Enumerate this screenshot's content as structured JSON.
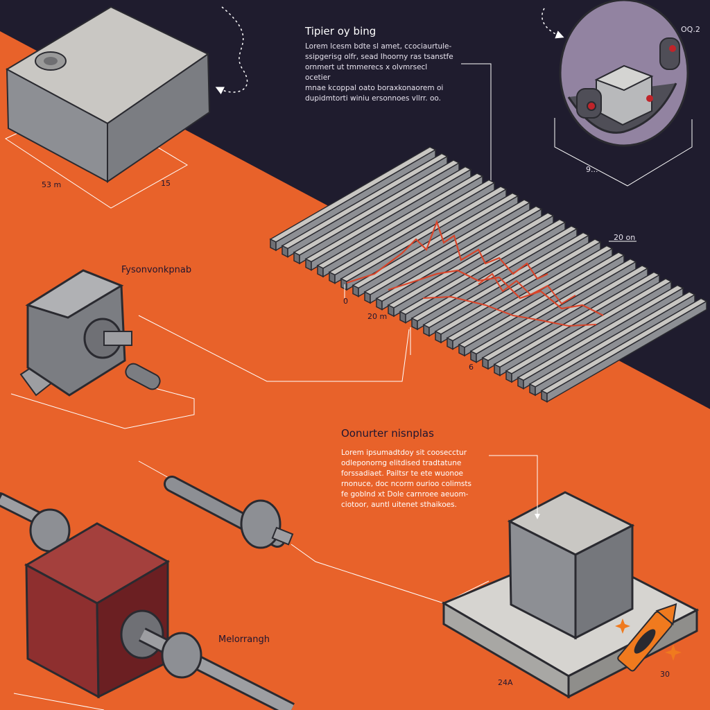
{
  "colors": {
    "background_dark": "#1f1c2e",
    "background_orange": "#e8622a",
    "box_grey": "#8d8f94",
    "box_red": "#8e2f2f",
    "signal_red": "#d9452a",
    "outline": "#ffffff"
  },
  "annotations": {
    "top_panel": {
      "title": "Tipier oy bing",
      "lines": [
        "Lorem lcesm bdte sl amet, ccociaurtule-",
        "ssipgerisg olfr, sead Ihoorny ras tsanstfe",
        "ornmert ut tmmerecs x olvmrsecl ocetier",
        "mnae kcoppal oato boraxkonaorem oi",
        "dupidmtorti winiu ersonnoes vllrr. oo."
      ]
    },
    "middle_panel": {
      "title": "Oonurter nisnplas",
      "lines": [
        "Lorem ipsumadtdoy sit coosecctur",
        "odleponorng elitdised tradtatune",
        "forssadiaet. Pailtsr te ete wuonoe",
        "rnonuce, doc ncorm ourioo colimsts",
        "fe goblnd xt Dole carnroee aeuom-",
        "ciotoor, auntl uitenet sthaikoes."
      ]
    },
    "left_label": "Fysonvonkpnab",
    "bottom_label": "Melorrangh"
  },
  "dimensions": {
    "box_width": "53 m",
    "box_depth": "15",
    "dome_code": "OQ.2",
    "dome_dim": "9...",
    "grid_top": "20 on",
    "grid_bottom": "20 m",
    "grid_zero": "0",
    "grid_six": "6",
    "base_left": "24A",
    "base_right": "30"
  },
  "icons": [
    "sparkle-icon",
    "crayon-icon",
    "dashed-arrow-icon"
  ]
}
